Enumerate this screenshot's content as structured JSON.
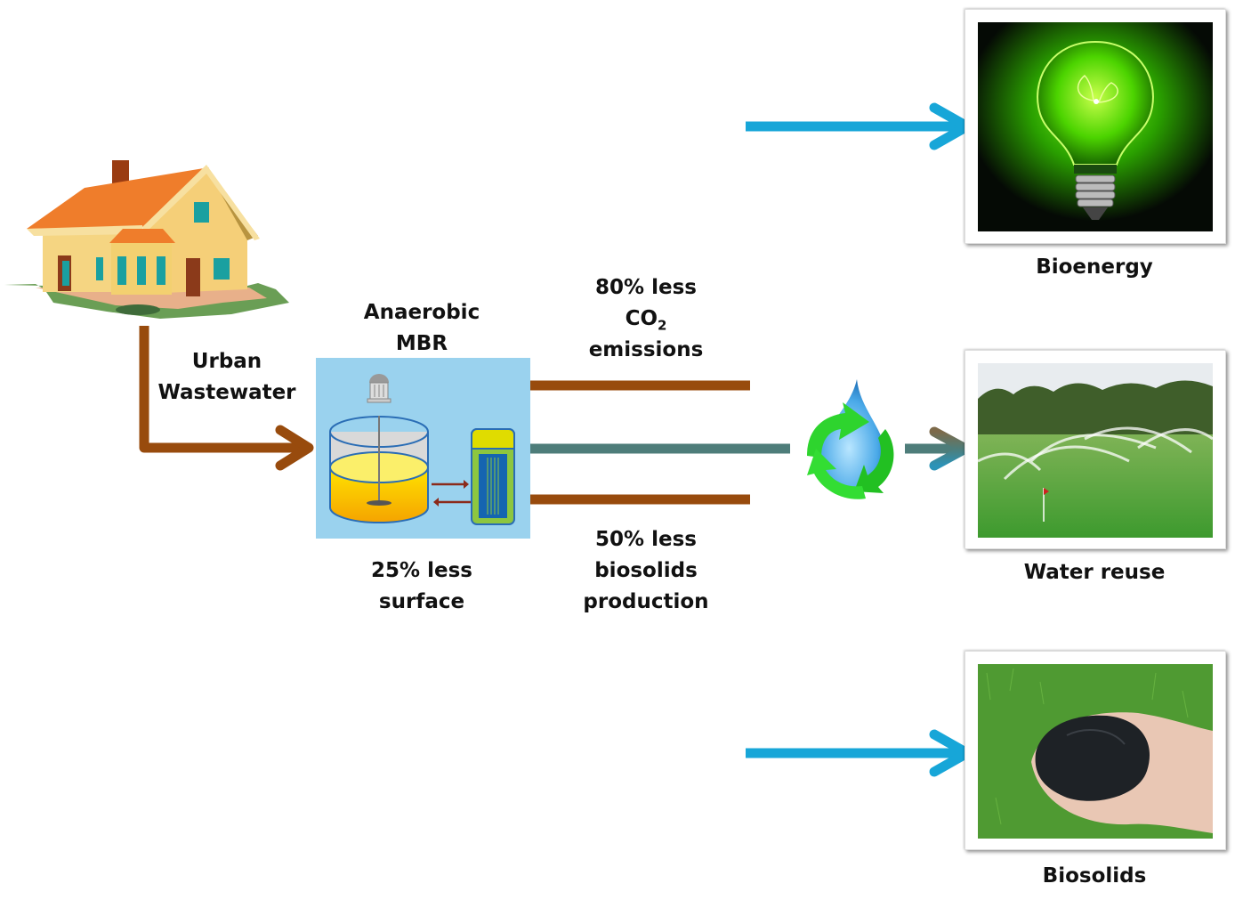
{
  "diagram": {
    "source": {
      "icon": "house-icon",
      "label_line1": "Urban",
      "label_line2": "Wastewater"
    },
    "reactor": {
      "icon": "anaerobic-mbr-reactor-icon",
      "title_line1": "Anaerobic",
      "title_line2": "MBR",
      "benefit_line1": "25% less",
      "benefit_line2": "surface"
    },
    "flows": [
      {
        "id": "bioenergy",
        "benefit_line1": "80% less",
        "benefit_line2_main": "CO",
        "benefit_line2_sub": "2",
        "benefit_line3": "emissions"
      },
      {
        "id": "water-reuse",
        "intermediate_icon": "water-drop-recycle-icon"
      },
      {
        "id": "biosolids",
        "benefit_line1": "50% less",
        "benefit_line2": "biosolids",
        "benefit_line3": "production"
      }
    ],
    "outputs": [
      {
        "id": "bioenergy",
        "label": "Bioenergy",
        "image": "green-lightbulb-leaf-photo"
      },
      {
        "id": "water-reuse",
        "label": "Water reuse",
        "image": "golf-course-sprinklers-photo"
      },
      {
        "id": "biosolids",
        "label": "Biosolids",
        "image": "hands-holding-biosolids-photo"
      }
    ],
    "colors": {
      "brown_flow": "#984b0d",
      "blue_flow": "#17a6d8",
      "teal_flow": "#4e7d7a",
      "reactor_bg": "#9ad2ee"
    }
  }
}
